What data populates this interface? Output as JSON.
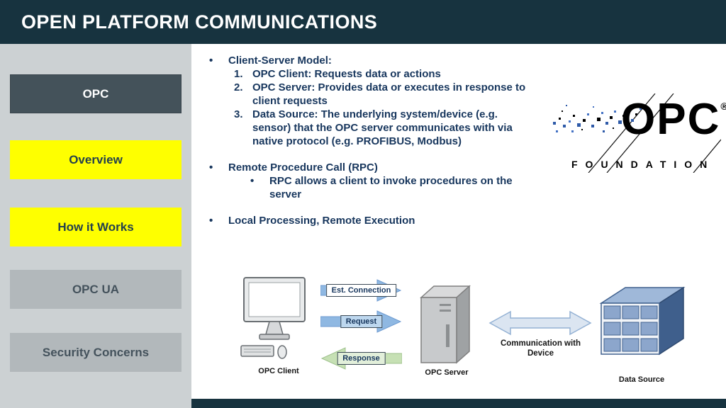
{
  "header": {
    "title": "OPEN PLATFORM COMMUNICATIONS"
  },
  "sidebar": {
    "items": [
      {
        "label": "OPC"
      },
      {
        "label": "Overview"
      },
      {
        "label": "How it Works"
      },
      {
        "label": "OPC UA"
      },
      {
        "label": "Security Concerns"
      }
    ]
  },
  "content": {
    "sections": [
      {
        "title": "Client-Server Model:",
        "numbered_items": [
          {
            "num": "1.",
            "text": "OPC Client: Requests data or actions"
          },
          {
            "num": "2.",
            "text": "OPC Server: Provides data or executes in response to client requests"
          },
          {
            "num": "3.",
            "text": "Data Source: The underlying system/device (e.g. sensor) that the OPC server communicates with via native protocol (e.g. PROFIBUS, Modbus)"
          }
        ]
      },
      {
        "title": "Remote Procedure Call (RPC)",
        "sub_bullet": "RPC allows a client to invoke procedures on the server"
      },
      {
        "title": "Local Processing, Remote Execution"
      }
    ]
  },
  "logo": {
    "title": "OPC",
    "registered": "®",
    "subtitle": "FOUNDATION"
  },
  "diagram": {
    "client_label": "OPC Client",
    "server_label": "OPC Server",
    "datasource_label": "Data Source",
    "arrow_est": "Est. Connection",
    "arrow_request": "Request",
    "arrow_response": "Response",
    "comm_label": "Communication with Device"
  },
  "colors": {
    "header_bg": "#17333F",
    "accent_yellow": "#FEFF00",
    "text_navy": "#17365D"
  }
}
